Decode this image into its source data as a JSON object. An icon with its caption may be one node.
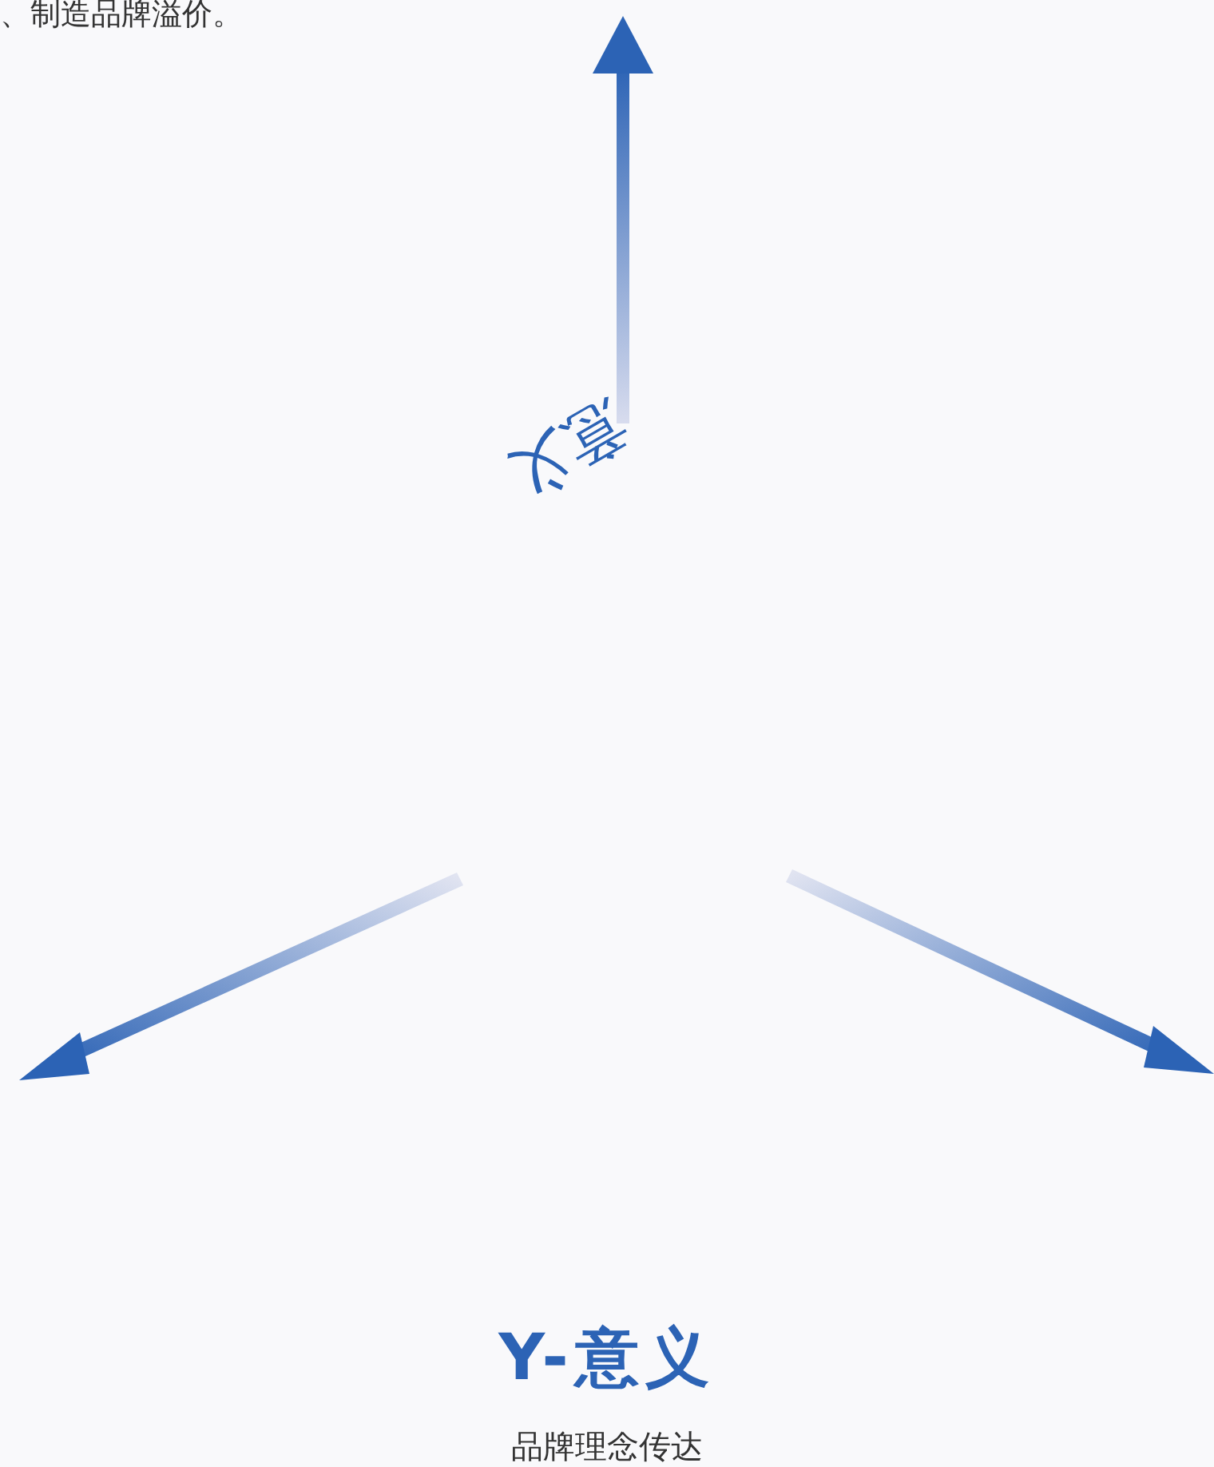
{
  "diagram": {
    "labels": [
      "、制造品牌溢价。",
      "意义",
      "Y-意义",
      "品牌理念传达"
    ]
  }
}
